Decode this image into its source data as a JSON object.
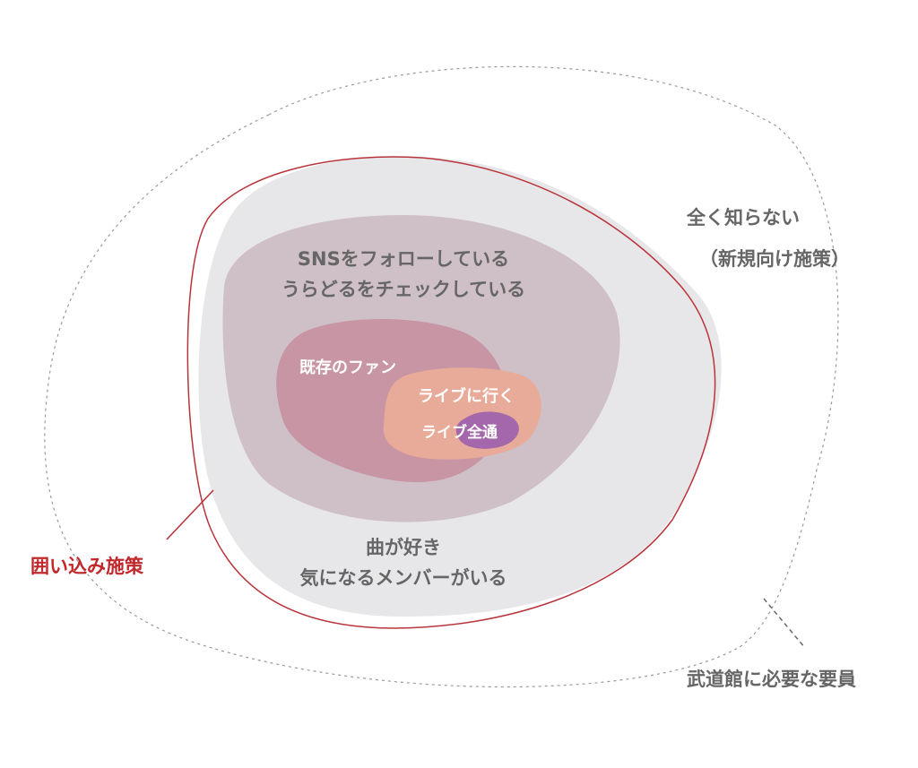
{
  "colors": {
    "outer_dashed": "#999999",
    "gray_region": "#e7e6e9",
    "red_outline": "#b8343a",
    "mauve_region": "#cfbfc7",
    "fan_region": "#c795a3",
    "live_region": "#e9ab99",
    "core_region": "#a467ac",
    "gray_text": "#666666",
    "red_text": "#c0282c"
  },
  "labels": {
    "unaware": {
      "line1": "全く知らない",
      "line2": "（新規向け施策）"
    },
    "sns": {
      "line1": "SNSをフォローしている",
      "line2": "うらどるをチェックしている"
    },
    "existing_fans": "既存のファン",
    "go_to_live": "ライブに行く",
    "all_lives": "ライブ全通",
    "likes": {
      "line1": "曲が好き",
      "line2": "気になるメンバーがいる"
    },
    "retention": "囲い込み施策",
    "budokan": "武道館に必要な要員"
  }
}
